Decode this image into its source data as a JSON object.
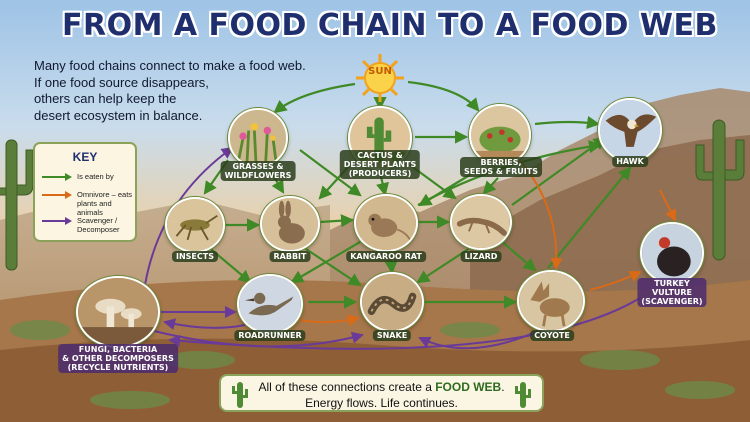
{
  "title": "FROM A FOOD CHAIN TO A FOOD WEB",
  "intro": {
    "line1": "Many food chains connect to make a food web.",
    "line2": "If one food source disappears,",
    "line3": "others can help keep the",
    "line4": "desert ecosystem in balance."
  },
  "key": {
    "title": "KEY",
    "eaten_by": "Is eaten by",
    "omnivore": "Omnivore – eats plants and animals",
    "scavenger": "Scavenger / Decomposer"
  },
  "colors": {
    "eaten_by": "#3f8a26",
    "omnivore": "#d86a18",
    "scavenger": "#6a3a98",
    "title": "#1f2f6e"
  },
  "nodes": {
    "sun": {
      "label": "SUN",
      "icon": "sun-icon"
    },
    "grasses": {
      "line1": "GRASSES &",
      "line2": "WILDFLOWERS",
      "icon": "wildflowers-icon"
    },
    "cactus": {
      "line1": "CACTUS &",
      "line2": "DESERT PLANTS",
      "line3": "(PRODUCERS)",
      "icon": "cactus-icon"
    },
    "berries": {
      "line1": "BERRIES,",
      "line2": "SEEDS & FRUITS",
      "icon": "berries-icon"
    },
    "hawk": {
      "label": "HAWK",
      "icon": "hawk-icon"
    },
    "insects": {
      "label": "INSECTS",
      "icon": "grasshopper-icon"
    },
    "rabbit": {
      "label": "RABBIT",
      "icon": "rabbit-icon"
    },
    "rat": {
      "label": "KANGAROO RAT",
      "icon": "kangaroo-rat-icon"
    },
    "lizard": {
      "label": "LIZARD",
      "icon": "lizard-icon"
    },
    "vulture": {
      "line1": "TURKEY",
      "line2": "VULTURE",
      "line3": "(SCAVENGER)",
      "icon": "vulture-icon"
    },
    "fungi": {
      "line1": "FUNGI, BACTERIA",
      "line2": "& OTHER DECOMPOSERS",
      "line3": "(RECYCLE NUTRIENTS)",
      "icon": "mushroom-icon"
    },
    "roadrunner": {
      "label": "ROADRUNNER",
      "icon": "roadrunner-icon"
    },
    "snake": {
      "label": "SNAKE",
      "icon": "snake-icon"
    },
    "coyote": {
      "label": "COYOTE",
      "icon": "coyote-icon"
    }
  },
  "banner": {
    "line1_pre": "All of these connections create a ",
    "line1_em": "FOOD WEB",
    "line1_post": ".",
    "line2": "Energy flows.  Life continues."
  }
}
